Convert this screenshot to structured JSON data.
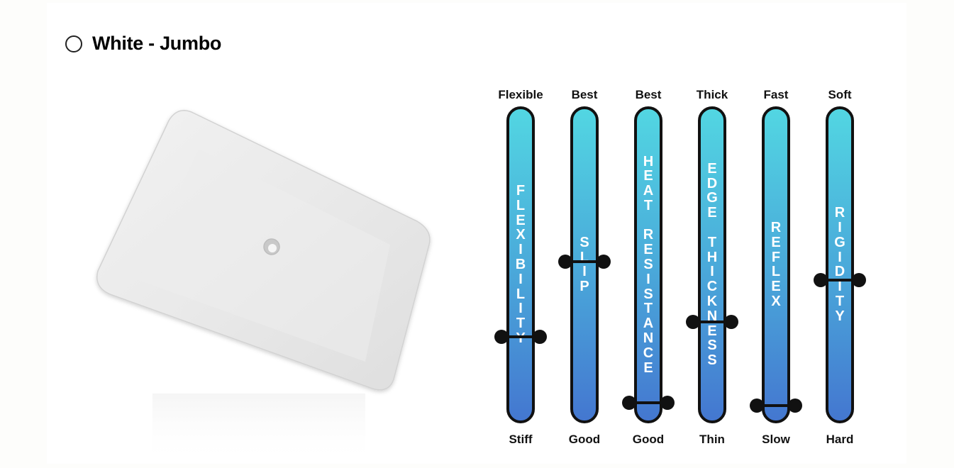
{
  "product": {
    "title": "White - Jumbo"
  },
  "scales": [
    {
      "top": "Flexible",
      "bottom": "Stiff",
      "name": "FLEXIBILITY",
      "level": 0.26,
      "center": 734
    },
    {
      "top": "Best",
      "bottom": "Good",
      "name": "SLIP",
      "level": 0.51,
      "center": 824
    },
    {
      "top": "Best",
      "bottom": "Good",
      "name": "HEAT RESISTANCE",
      "level": 0.04,
      "center": 914
    },
    {
      "top": "Thick",
      "bottom": "Thin",
      "name": "EDGE THICKNESS",
      "level": 0.31,
      "center": 1004
    },
    {
      "top": "Fast",
      "bottom": "Slow",
      "name": "REFLEX",
      "level": 0.03,
      "center": 1094
    },
    {
      "top": "Soft",
      "bottom": "Hard",
      "name": "RIGIDITY",
      "level": 0.45,
      "center": 1184
    }
  ]
}
